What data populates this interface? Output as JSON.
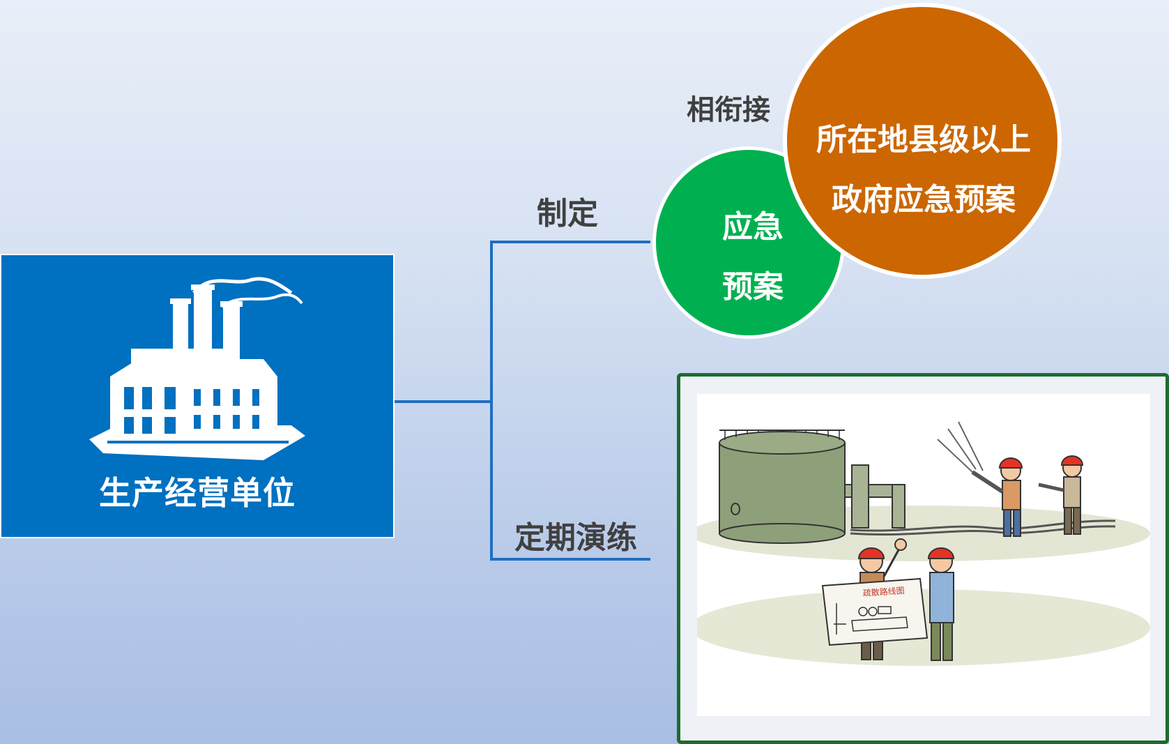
{
  "unit": {
    "label": "生产经营单位",
    "icon": "factory-icon"
  },
  "branches": {
    "formulate_label": "制定",
    "drill_label": "定期演练",
    "connect_label": "相衔接"
  },
  "emergency_plan": {
    "line1": "应急",
    "line2": "预案"
  },
  "government_plan": {
    "line1": "所在地县级以上",
    "line2": "政府应急预案"
  },
  "drill_illustration": {
    "icon": "emergency-drill-illustration",
    "sign_text": "疏散路线图"
  },
  "colors": {
    "unit_box": "#0070c0",
    "emergency_plan_circle": "#00b050",
    "government_plan_circle": "#cc6600",
    "connector_line": "#1f6fbf",
    "drill_frame": "#1e6b2e",
    "label_text": "#404040"
  }
}
